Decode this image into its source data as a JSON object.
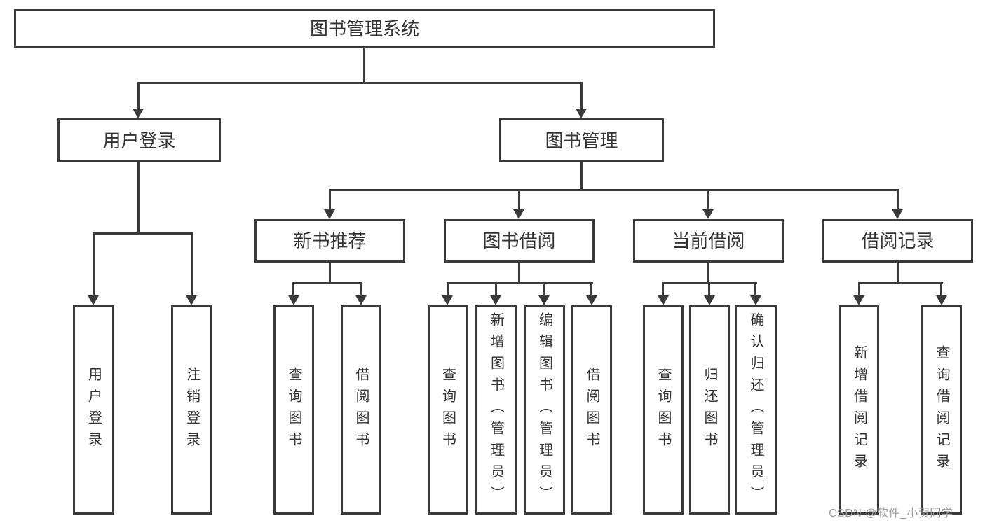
{
  "diagram": {
    "root": "图书管理系统",
    "level2": {
      "user_login": "用户登录",
      "book_mgmt": "图书管理"
    },
    "level3": {
      "new_book_rec": "新书推荐",
      "book_borrow": "图书借阅",
      "current_borrow": "当前借阅",
      "borrow_records": "借阅记录"
    },
    "leaves": {
      "user_login": "用户登录",
      "logout": "注销登录",
      "rec_query_books": "查询图书",
      "rec_borrow_books": "借阅图书",
      "borrow_query_books": "查询图书",
      "borrow_add_books": "新增图书（管理员）",
      "borrow_edit_books": "编辑图书（管理员）",
      "borrow_borrow_books": "借阅图书",
      "current_query_books": "查询图书",
      "current_return_books": "归还图书",
      "current_confirm_return": "确认归还（管理员）",
      "records_add_record": "新增借阅记录",
      "records_query_record": "查询借阅记录"
    }
  },
  "watermark": {
    "text": "CSDN @软件_小贺同学"
  },
  "colors": {
    "line": "#3a3a3a",
    "text": "#333333",
    "watermark": "#9d9d9d",
    "background": "#ffffff"
  }
}
